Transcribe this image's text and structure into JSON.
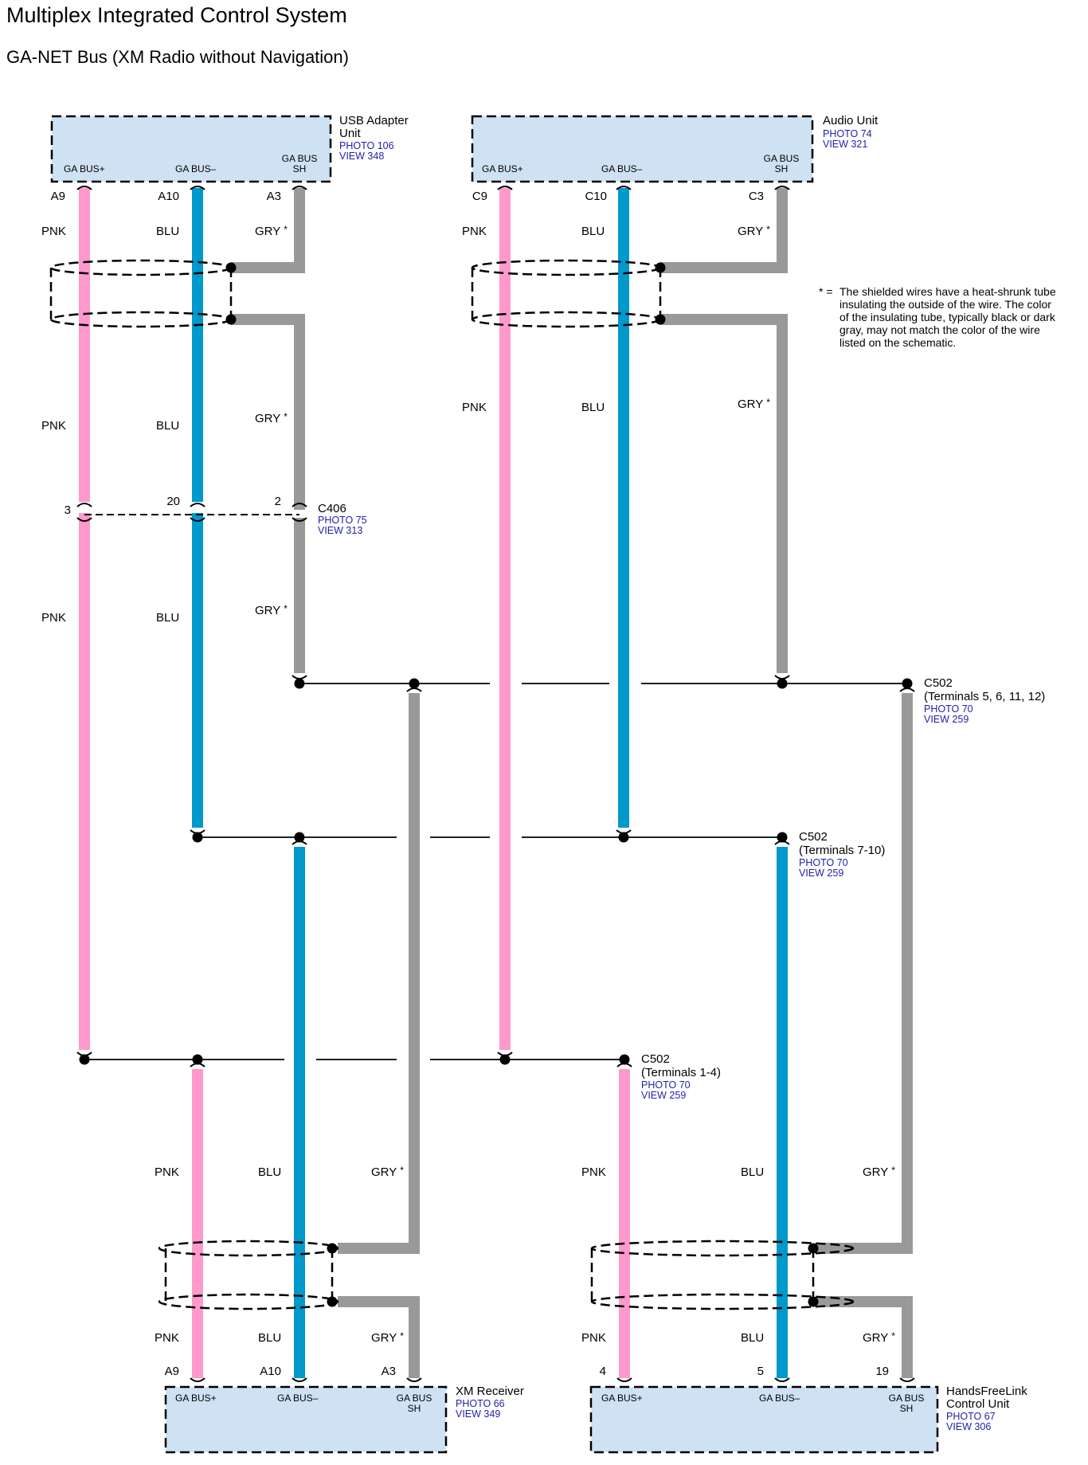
{
  "title": "Multiplex Integrated Control System",
  "subtitle": "GA-NET Bus (XM Radio without Navigation)",
  "colors": {
    "PNK": "#ff99cc",
    "BLU": "#0099cc",
    "GRY": "#999999",
    "unit_fill": "#cfe2f3",
    "ref_text": "#1f1fa8"
  },
  "note": {
    "mark": "* =",
    "lines": [
      "The shielded wires have a heat-shrunk tube",
      "insulating the outside of the wire. The color",
      "of the insulating tube, typically black or dark",
      "gray, may not match the color of the wire",
      "listed on the schematic."
    ]
  },
  "units": {
    "usb": {
      "name_lines": [
        "USB Adapter",
        "Unit"
      ],
      "photo": "PHOTO 106",
      "view": "VIEW 348",
      "pins": [
        {
          "label": "GA BUS+",
          "terminal": "A9"
        },
        {
          "label": "GA BUS–",
          "terminal": "A10"
        },
        {
          "label_lines": [
            "GA BUS",
            "SH"
          ],
          "terminal": "A3"
        }
      ]
    },
    "audio": {
      "name_lines": [
        "Audio Unit"
      ],
      "photo": "PHOTO 74",
      "view": "VIEW 321",
      "pins": [
        {
          "label": "GA BUS+",
          "terminal": "C9"
        },
        {
          "label": "GA BUS–",
          "terminal": "C10"
        },
        {
          "label_lines": [
            "GA BUS",
            "SH"
          ],
          "terminal": "C3"
        }
      ]
    },
    "xm": {
      "name_lines": [
        "XM Receiver"
      ],
      "photo": "PHOTO 66",
      "view": "VIEW 349",
      "pins": [
        {
          "label": "GA BUS+",
          "terminal": "A9"
        },
        {
          "label": "GA BUS–",
          "terminal": "A10"
        },
        {
          "label_lines": [
            "GA BUS",
            "SH"
          ],
          "terminal": "A3"
        }
      ]
    },
    "hfl": {
      "name_lines": [
        "HandsFreeLink",
        "Control Unit"
      ],
      "photo": "PHOTO 67",
      "view": "VIEW 306",
      "pins": [
        {
          "label": "GA BUS+",
          "terminal": "4"
        },
        {
          "label": "GA BUS–",
          "terminal": "5"
        },
        {
          "label_lines": [
            "GA BUS",
            "SH"
          ],
          "terminal": "19"
        }
      ]
    }
  },
  "wire_labels": {
    "pnk": "PNK",
    "blu": "BLU",
    "gry": "GRY",
    "star": "*"
  },
  "connectors": {
    "c406": {
      "name": "C406",
      "photo": "PHOTO 75",
      "view": "VIEW 313",
      "terminals": [
        "3",
        "20",
        "2"
      ]
    },
    "c502_sh": {
      "name": "C502",
      "detail": "(Terminals 5, 6, 11, 12)",
      "photo": "PHOTO 70",
      "view": "VIEW 259"
    },
    "c502_minus": {
      "name": "C502",
      "detail": "(Terminals 7-10)",
      "photo": "PHOTO 70",
      "view": "VIEW 259"
    },
    "c502_plus": {
      "name": "C502",
      "detail": "(Terminals 1-4)",
      "photo": "PHOTO 70",
      "view": "VIEW 259"
    }
  }
}
